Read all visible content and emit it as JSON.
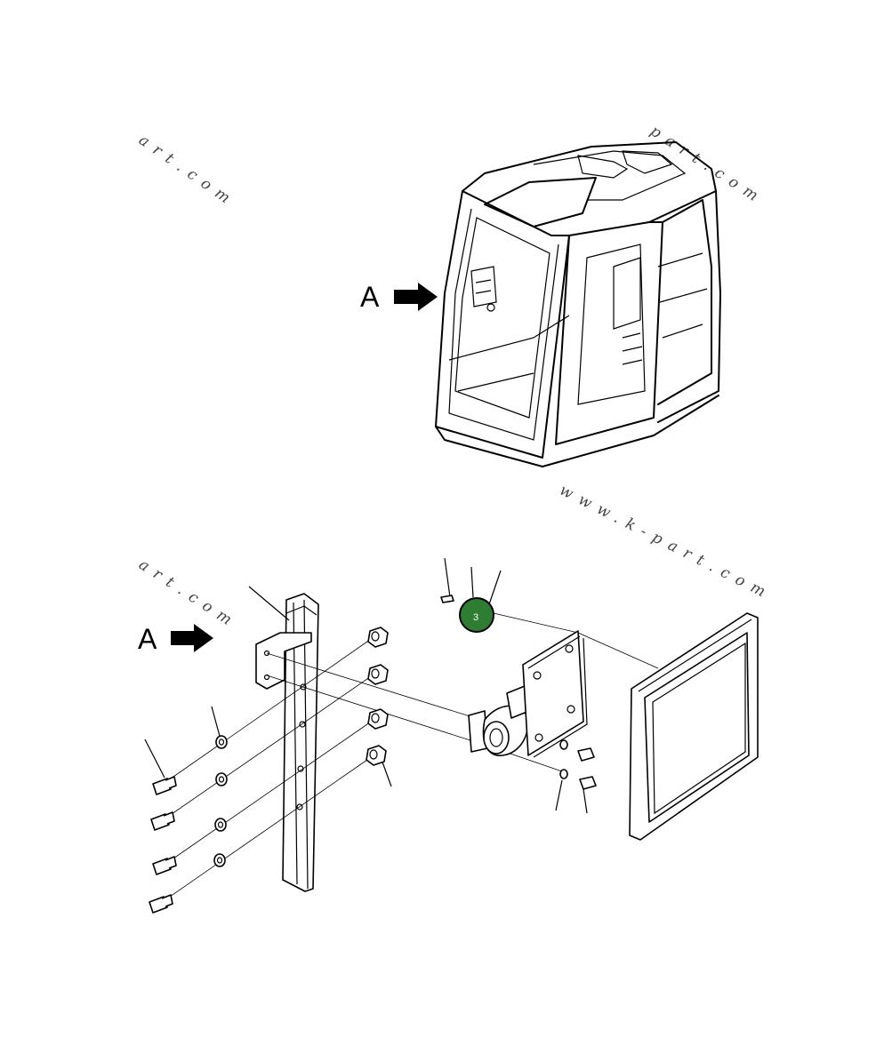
{
  "labels": {
    "view_a_top": "A",
    "view_a_bottom": "A"
  },
  "callout": {
    "number": "3",
    "fill": "#2e7d32",
    "stroke": "#000000"
  },
  "watermarks": {
    "top_left": "art.com",
    "top_right": "part.com",
    "mid_right": "www.k-part.com",
    "bottom_left": "art.com"
  },
  "icons": {
    "view_arrow": "arrow-right-icon"
  }
}
